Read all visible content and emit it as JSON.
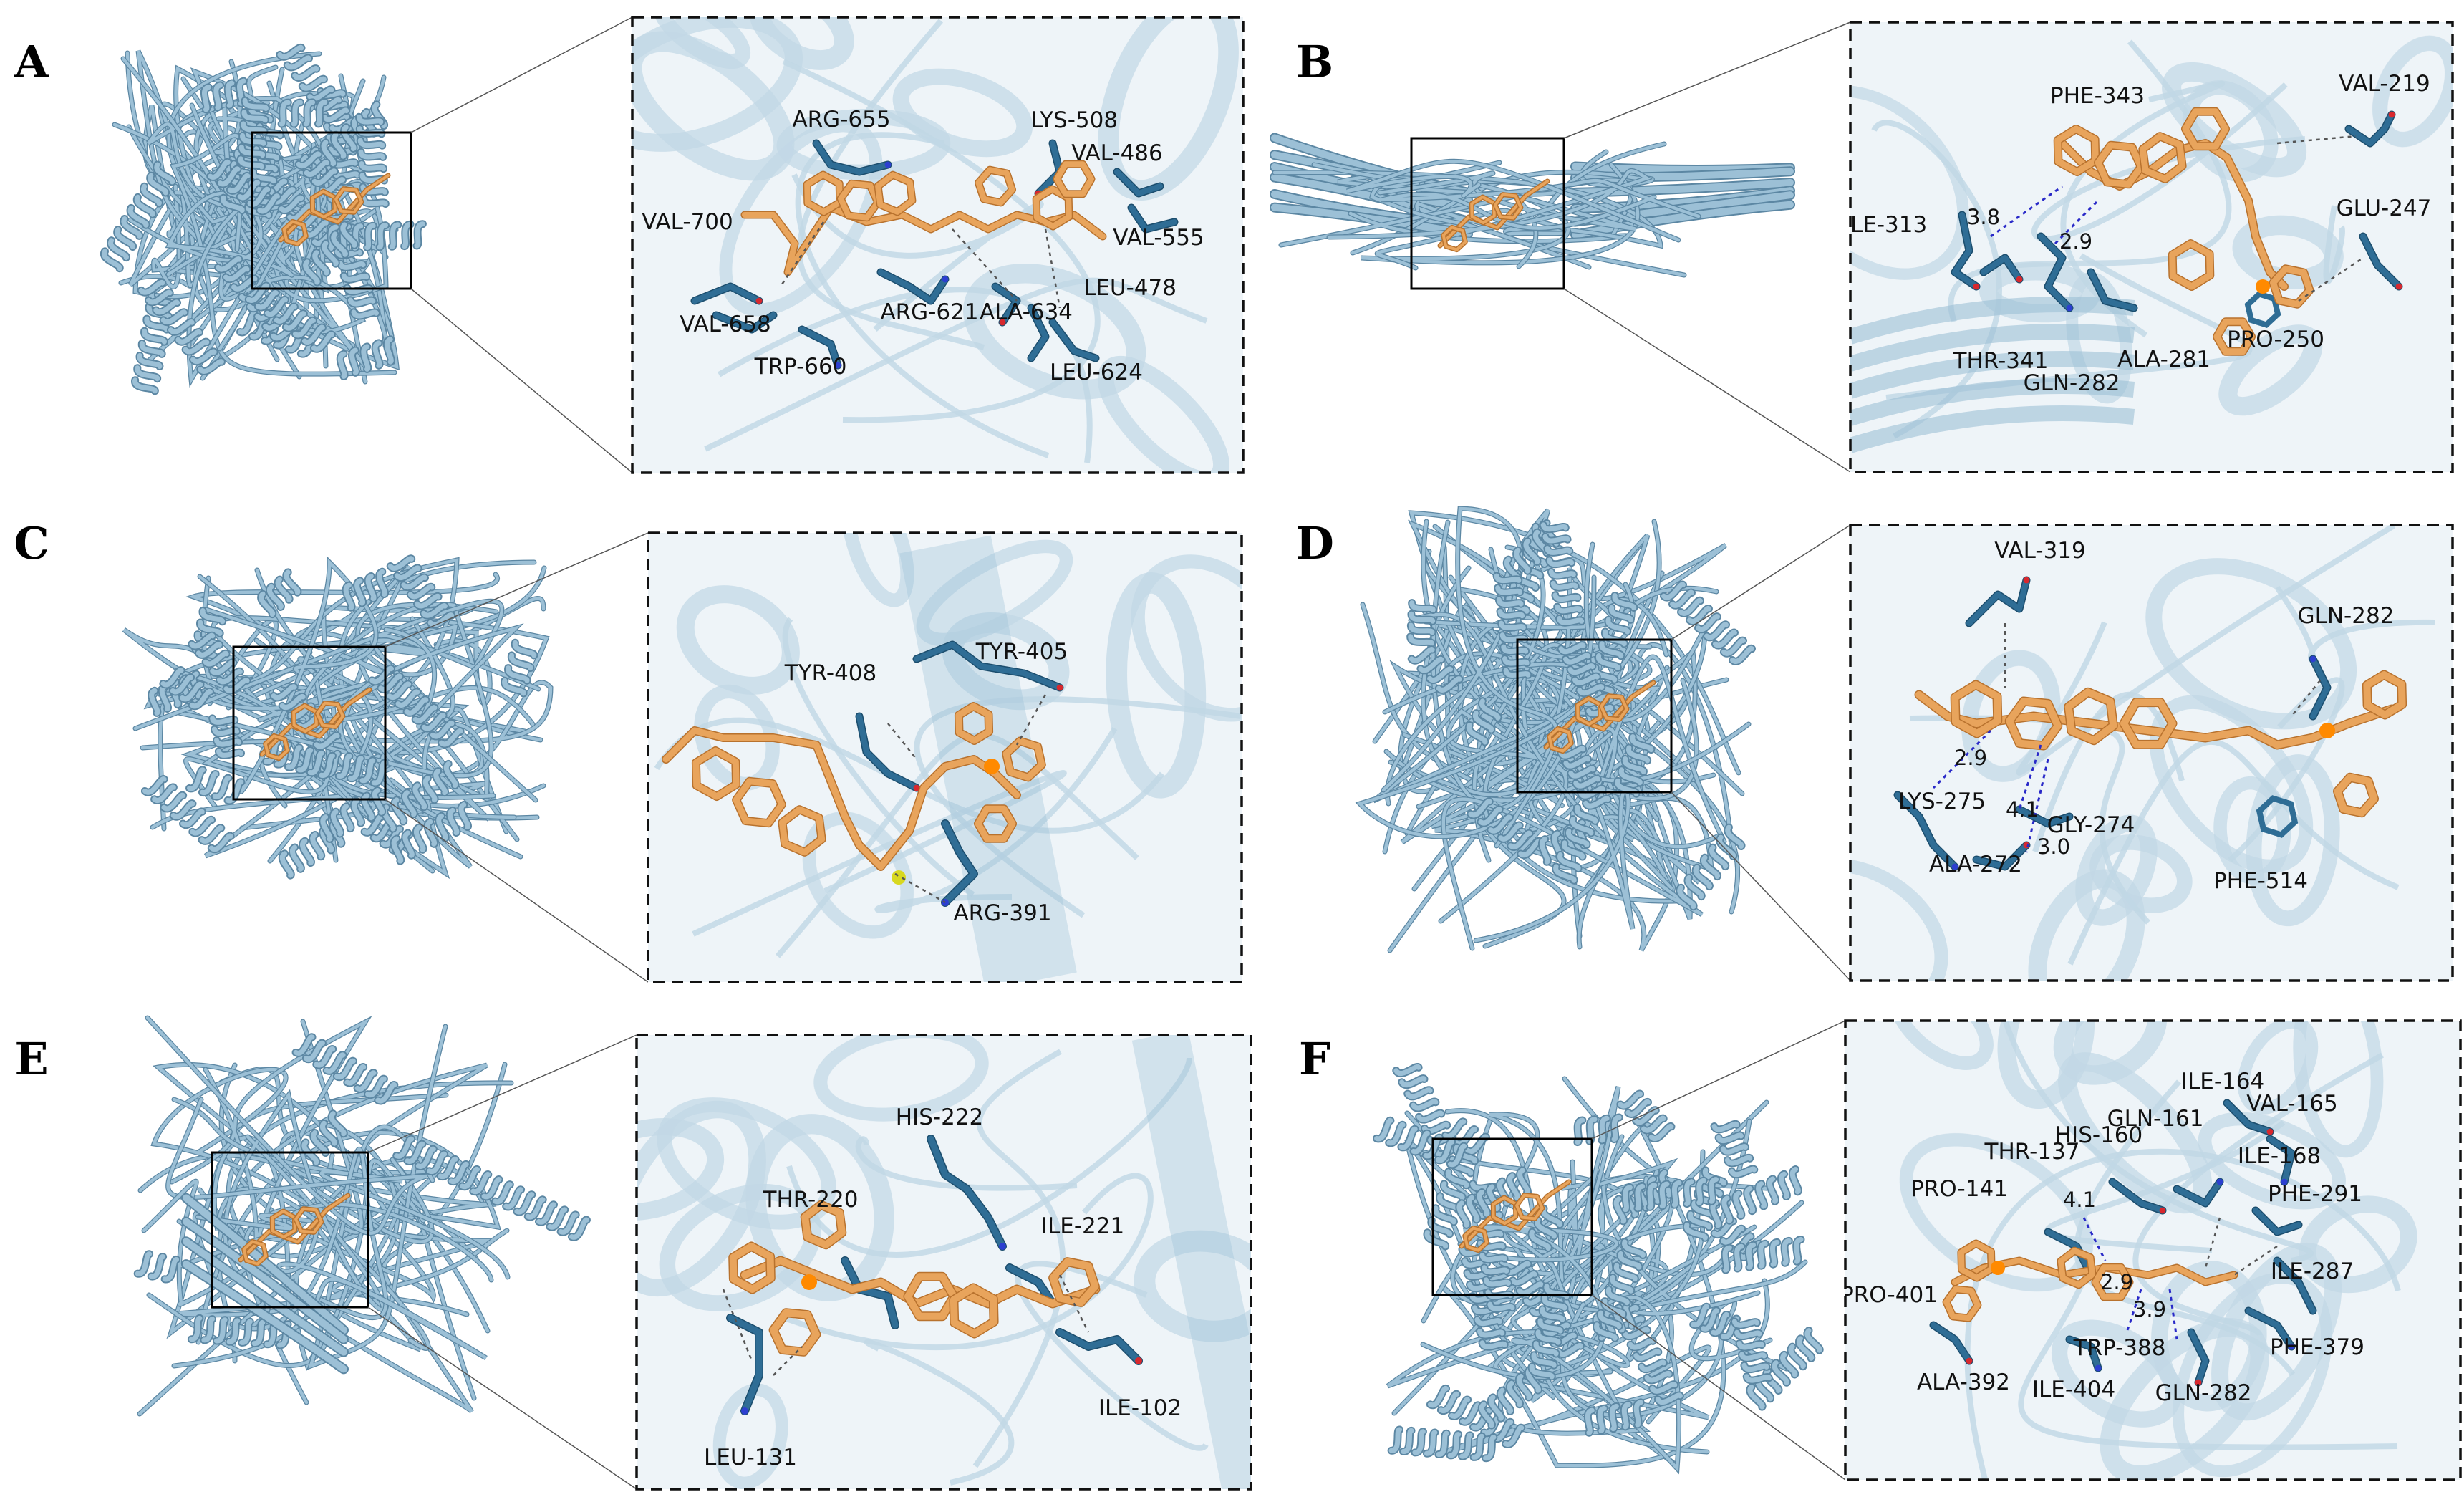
{
  "colors": {
    "protein": "#9cc0d6",
    "protein_dark": "#5c87a3",
    "ligand": "#e8a45c",
    "ligand_dark": "#b8722e",
    "residue": "#2f6d95",
    "oxygen": "#d8282e",
    "nitrogen": "#2c3fd0",
    "phosphorus": "#ff8a00",
    "sulfur": "#d8d820",
    "hbond": "#2929c8"
  },
  "panels": [
    {
      "letter": "A",
      "residues": [
        "ARG-655",
        "LYS-508",
        "VAL-486",
        "VAL-700",
        "VAL-555",
        "LEU-478",
        "ARG-621",
        "ALA-634",
        "VAL-658",
        "TRP-660",
        "LEU-624"
      ],
      "distances": []
    },
    {
      "letter": "B",
      "residues": [
        "PHE-343",
        "VAL-219",
        "GLU-247",
        "ILE-313",
        "THR-341",
        "GLN-282",
        "ALA-281",
        "PRO-250"
      ],
      "distances": [
        "3.8",
        "2.9"
      ]
    },
    {
      "letter": "C",
      "residues": [
        "TYR-408",
        "TYR-405",
        "ARG-391"
      ],
      "distances": []
    },
    {
      "letter": "D",
      "residues": [
        "VAL-319",
        "GLN-282",
        "LYS-275",
        "GLY-274",
        "ALA-272",
        "PHE-514"
      ],
      "distances": [
        "2.9",
        "4.1",
        "3.0"
      ]
    },
    {
      "letter": "E",
      "residues": [
        "HIS-222",
        "THR-220",
        "ILE-221",
        "ILE-102",
        "LEU-131"
      ],
      "distances": []
    },
    {
      "letter": "F",
      "residues": [
        "ILE-164",
        "VAL-165",
        "GLN-161",
        "THR-137",
        "HIS-160",
        "ILE-168",
        "PRO-141",
        "PHE-291",
        "ILE-287",
        "PRO-401",
        "TRP-388",
        "PHE-379",
        "ALA-392",
        "ILE-404",
        "GLN-282"
      ],
      "distances": [
        "4.1",
        "2.9",
        "3.9"
      ]
    }
  ]
}
